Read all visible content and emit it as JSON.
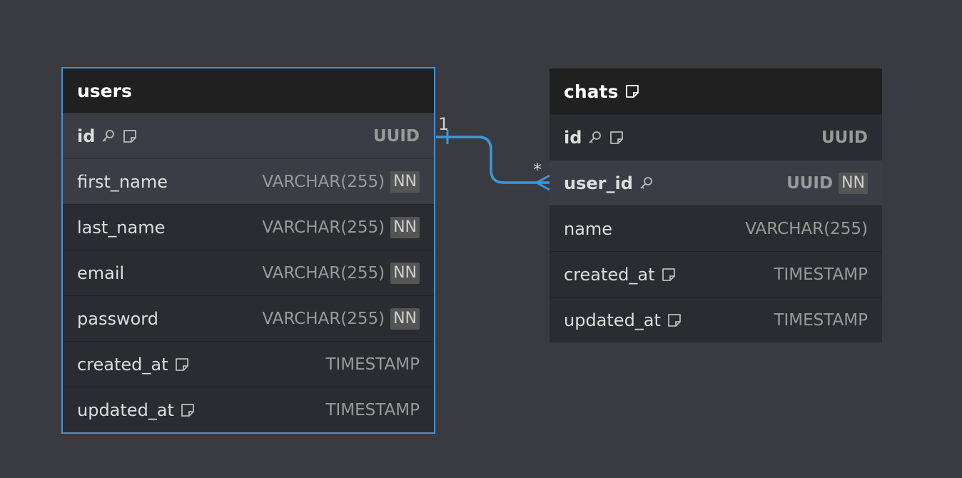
{
  "colors": {
    "background": "#3a3b41",
    "table_body": "#2b2c31",
    "table_header": "#202020",
    "selected_border": "#4a8fd0",
    "relation_line": "#3d97d6"
  },
  "tables": {
    "users": {
      "name": "users",
      "columns": [
        {
          "name": "id",
          "type": "UUID",
          "nn": "",
          "icons": [
            "key-icon",
            "note-icon"
          ]
        },
        {
          "name": "first_name",
          "type": "VARCHAR(255)",
          "nn": "NN",
          "icons": []
        },
        {
          "name": "last_name",
          "type": "VARCHAR(255)",
          "nn": "NN",
          "icons": []
        },
        {
          "name": "email",
          "type": "VARCHAR(255)",
          "nn": "NN",
          "icons": []
        },
        {
          "name": "password",
          "type": "VARCHAR(255)",
          "nn": "NN",
          "icons": []
        },
        {
          "name": "created_at",
          "type": "TIMESTAMP",
          "nn": "",
          "icons": [
            "note-icon"
          ]
        },
        {
          "name": "updated_at",
          "type": "TIMESTAMP",
          "nn": "",
          "icons": [
            "note-icon"
          ]
        }
      ]
    },
    "chats": {
      "name": "chats",
      "header_icon": "note-icon",
      "columns": [
        {
          "name": "id",
          "type": "UUID",
          "nn": "",
          "icons": [
            "key-icon",
            "note-icon"
          ]
        },
        {
          "name": "user_id",
          "type": "UUID",
          "nn": "NN",
          "icons": [
            "key-icon"
          ]
        },
        {
          "name": "name",
          "type": "VARCHAR(255)",
          "nn": "",
          "icons": []
        },
        {
          "name": "created_at",
          "type": "TIMESTAMP",
          "nn": "",
          "icons": [
            "note-icon"
          ]
        },
        {
          "name": "updated_at",
          "type": "TIMESTAMP",
          "nn": "",
          "icons": [
            "note-icon"
          ]
        }
      ]
    }
  },
  "relation": {
    "from": "users.id",
    "to": "chats.user_id",
    "from_cardinality": "1",
    "to_cardinality": "*"
  }
}
